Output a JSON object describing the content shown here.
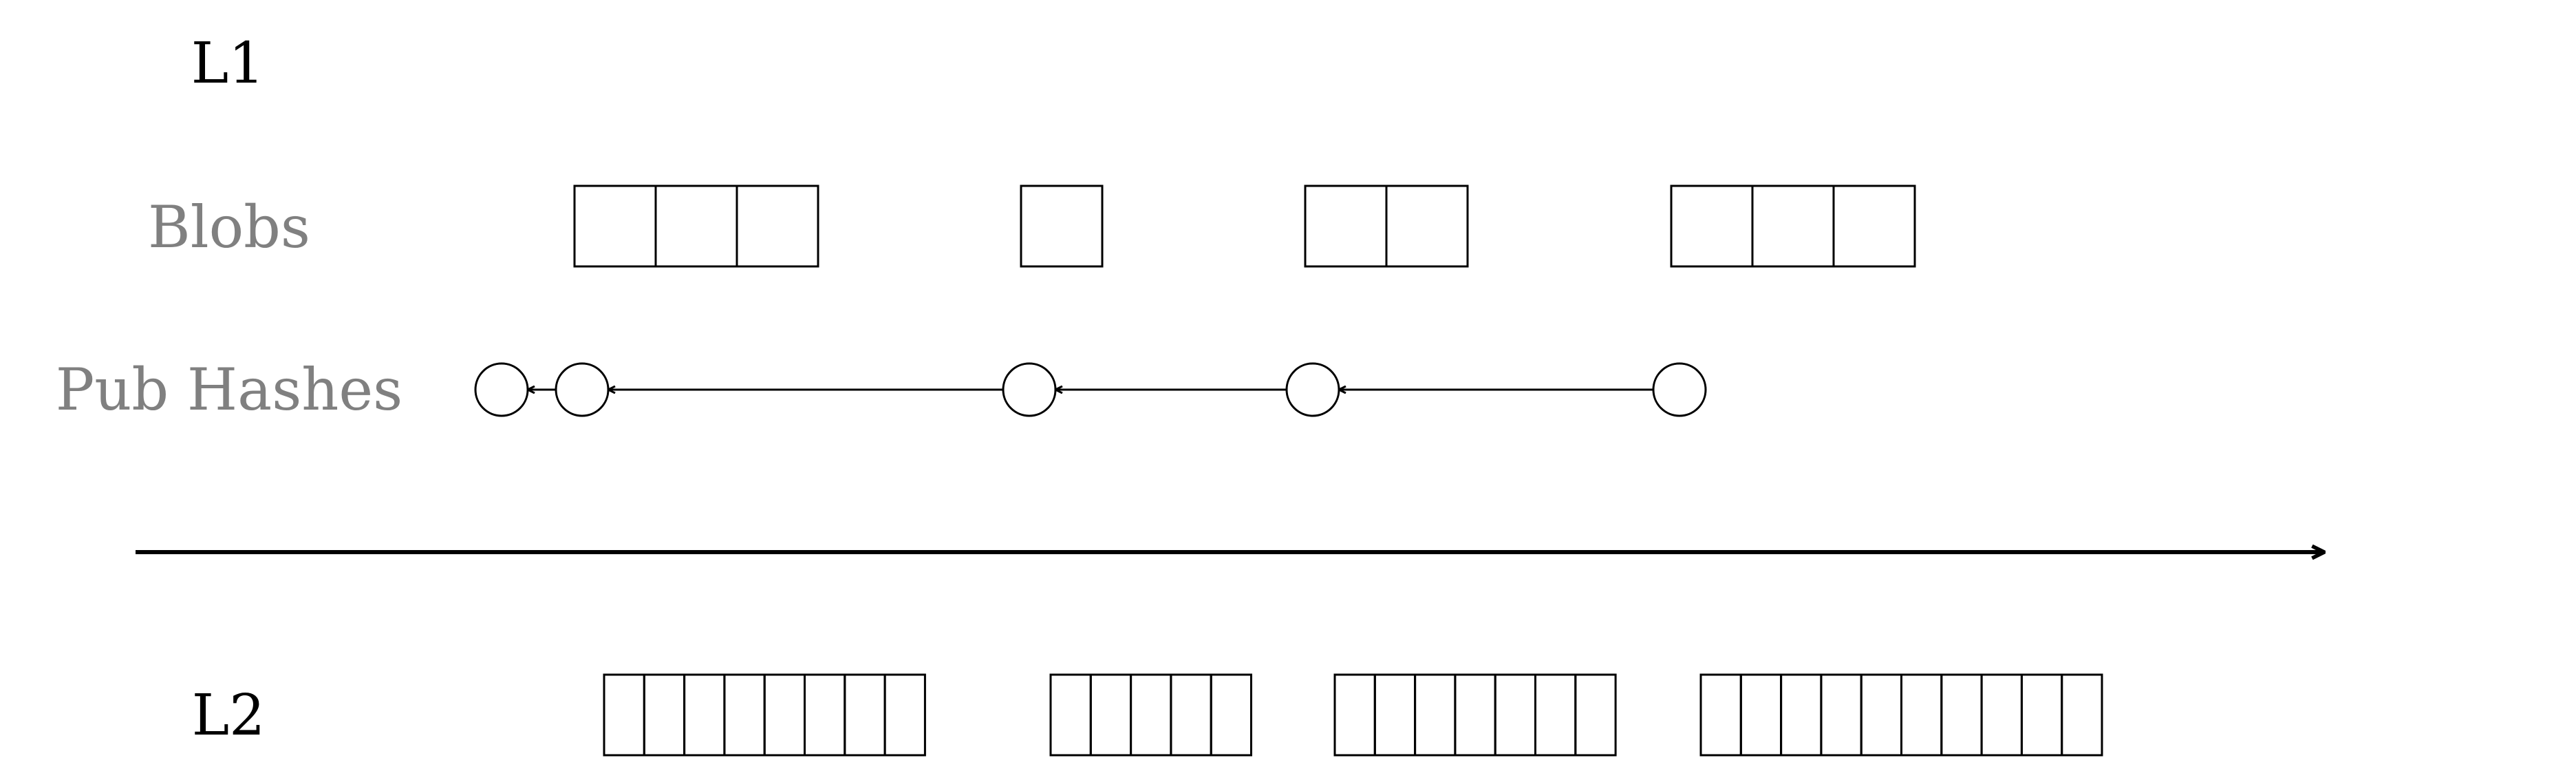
{
  "labels": {
    "l1": "L1",
    "blobs": "Blobs",
    "pub_hashes": "Pub Hashes",
    "l2": "L2"
  },
  "colors": {
    "main_text": "#000000",
    "row_label_text": "#808080",
    "stroke": "#000000"
  },
  "blob_groups": [
    {
      "cells": 3
    },
    {
      "cells": 1
    },
    {
      "cells": 2
    },
    {
      "cells": 3
    }
  ],
  "pub_hashes": {
    "count": 5,
    "links": [
      {
        "from": 1,
        "to": 0
      },
      {
        "from": 2,
        "to": 1
      },
      {
        "from": 3,
        "to": 2
      },
      {
        "from": 4,
        "to": 3
      }
    ]
  },
  "l2_groups": [
    {
      "cells": 8
    },
    {
      "cells": 5
    },
    {
      "cells": 7
    },
    {
      "cells": 10
    }
  ]
}
